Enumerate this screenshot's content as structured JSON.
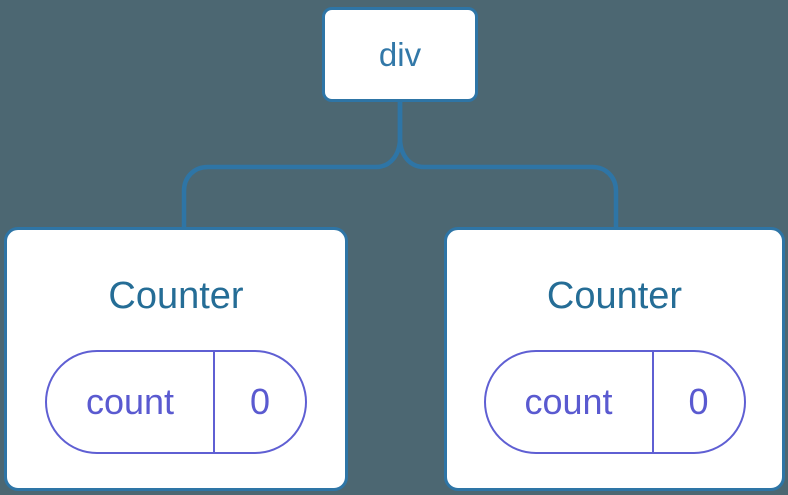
{
  "palette": {
    "canvas_bg": "#4c6772",
    "edge_blue": "#2e75a6",
    "label_blue": "#3278a8",
    "title_blue": "#256d96",
    "state_purple": "#5f5fd3",
    "state_purple_text": "#5a5ad0",
    "card_bg": "#ffffff"
  },
  "tree": {
    "root": {
      "label": "div"
    },
    "children": [
      {
        "title": "Counter",
        "state": {
          "key": "count",
          "value": "0"
        }
      },
      {
        "title": "Counter",
        "state": {
          "key": "count",
          "value": "0"
        }
      }
    ]
  }
}
